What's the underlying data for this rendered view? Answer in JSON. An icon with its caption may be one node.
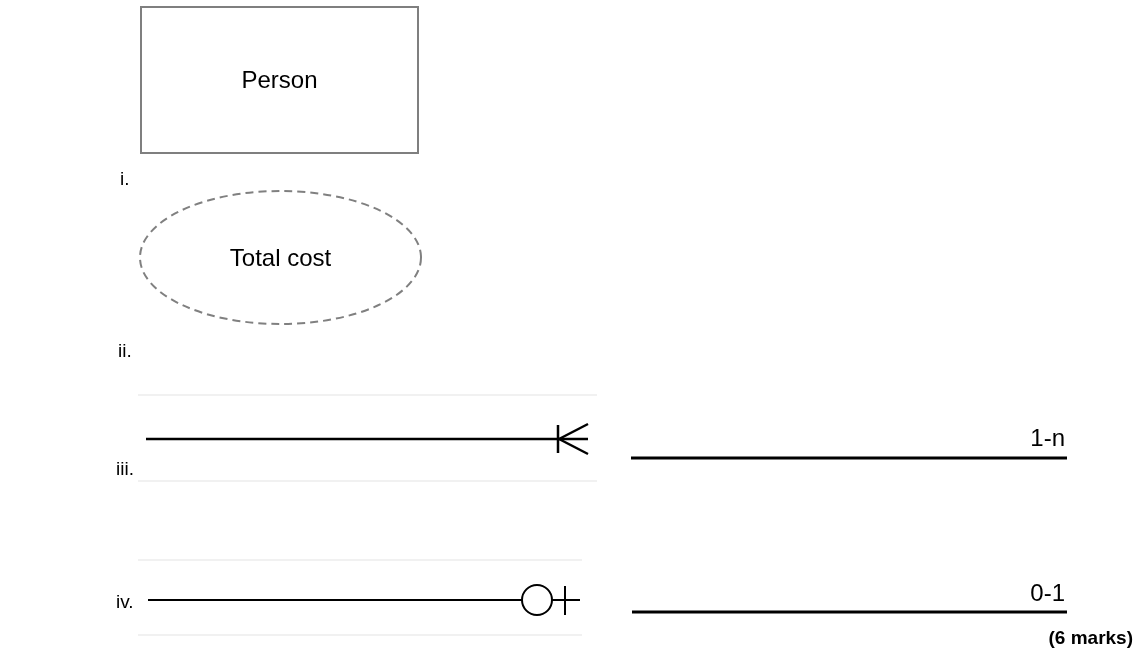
{
  "diagram": {
    "nodes": [
      {
        "text": [
          "Person"
        ]
      },
      {
        "text": [
          "Total cost"
        ]
      }
    ],
    "labels": [
      "i.",
      "ii.",
      "iii.",
      "1-n",
      "iv.",
      "0-1",
      "(6 marks)"
    ]
  }
}
